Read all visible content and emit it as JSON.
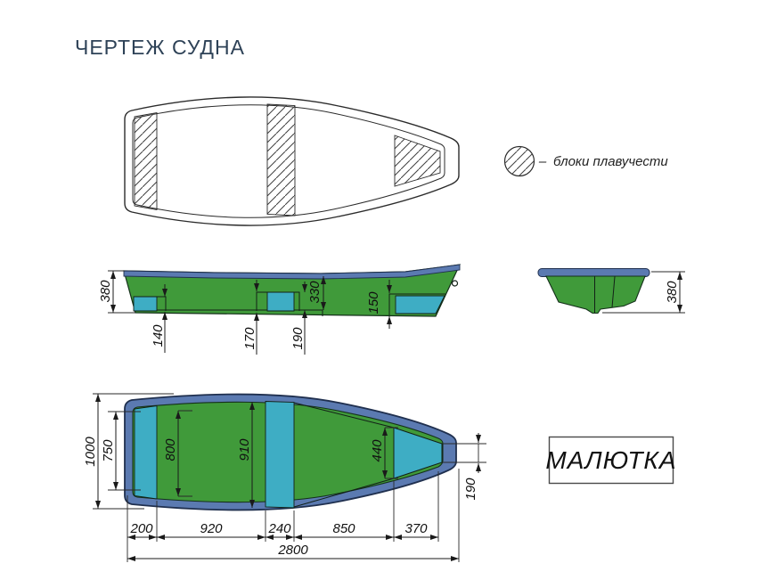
{
  "title": "ЧЕРТЕЖ СУДНА",
  "boat_name": "МАЛЮТКА",
  "legend": {
    "dash": "–",
    "label": "блоки плавучести"
  },
  "colors": {
    "hull_green": "#409a3a",
    "buoyancy_cyan": "#3eadc4",
    "gunwale_blue": "#5b7ab1",
    "outline_dark": "#20304f",
    "title_color": "#2e4257"
  },
  "dimensions": {
    "side_view": {
      "stern_depth": "380",
      "stern_block_height": "140",
      "mid_seat_front": "170",
      "mid_seat_height": "190",
      "cockpit_depth": "330",
      "bow_block_height": "150"
    },
    "transom_view": {
      "depth": "380"
    },
    "plan_view": {
      "beam_overall": "1000",
      "transom_width": "750",
      "aft_inner_width": "800",
      "mid_inner_width": "910",
      "bow_block_width": "440",
      "bow_tip_width": "190",
      "stern_block_length": "200",
      "aft_cockpit_length": "920",
      "mid_seat_length": "240",
      "fore_cockpit_length": "850",
      "bow_block_length": "370",
      "length_overall": "2800"
    }
  }
}
